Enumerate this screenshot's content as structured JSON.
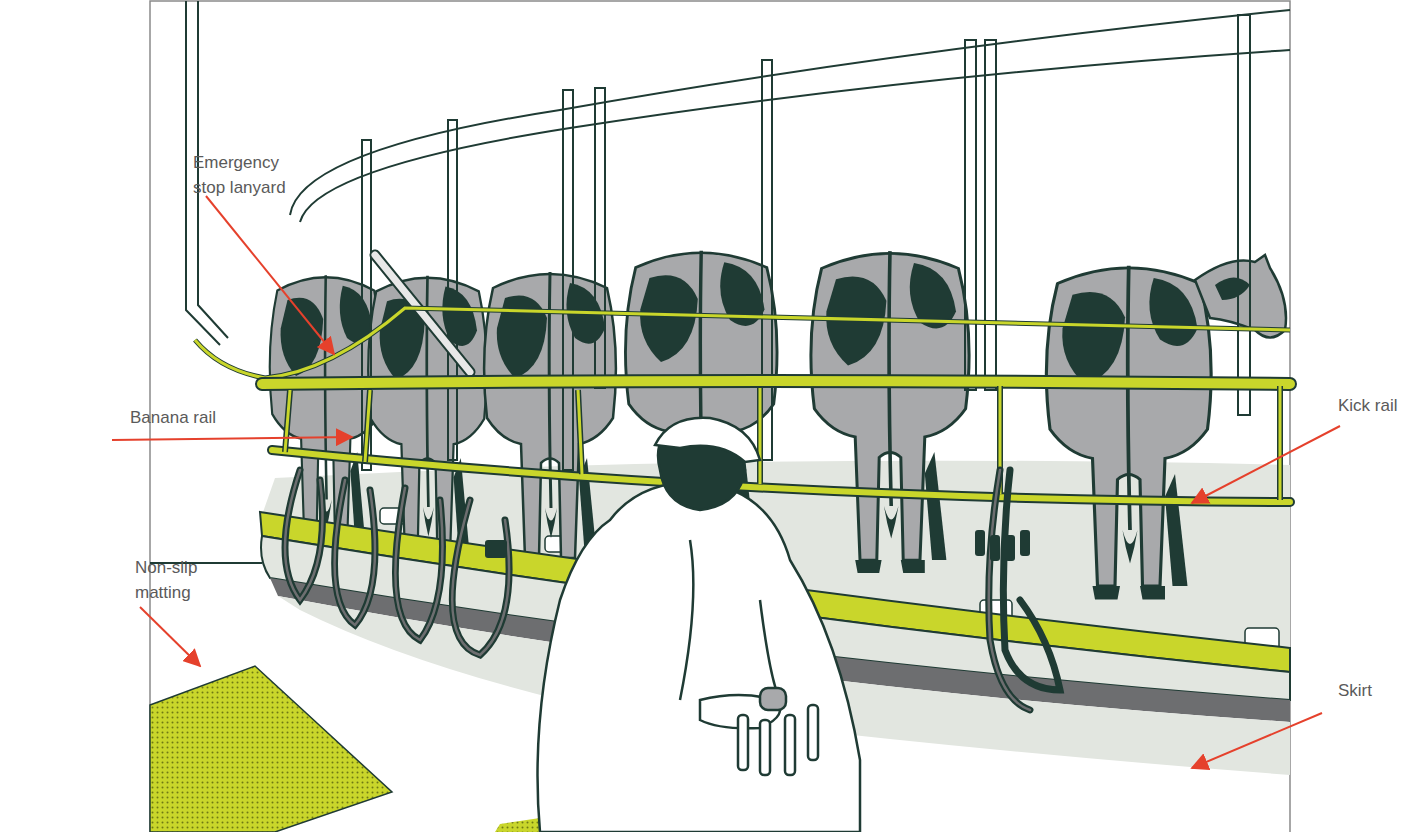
{
  "diagram": {
    "labels": [
      "Emergency stop lanyard",
      "Banana rail",
      "Non-slip matting",
      "Kick rail",
      "Skirt"
    ]
  }
}
